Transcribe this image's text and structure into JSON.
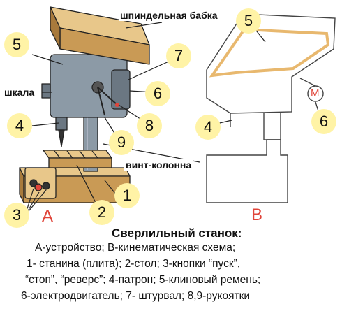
{
  "colors": {
    "wood": "#c99a55",
    "wood_light": "#e8c78a",
    "metal": "#8c9aa6",
    "badge": "#fff3a6",
    "accent": "#e0453a",
    "scheme": "#e8b86e"
  },
  "figure_a": {
    "letter": "А",
    "labels": {
      "spindle_head": "шпиндельная бабка",
      "scale": "шкала",
      "screw_column": "винт-колонна"
    },
    "numbers": [
      "5",
      "7",
      "6",
      "4",
      "8",
      "9",
      "1",
      "3",
      "2"
    ]
  },
  "figure_b": {
    "letter": "В",
    "motor_symbol": "М",
    "numbers": [
      "5",
      "4",
      "6"
    ]
  },
  "caption": {
    "title": "Сверлильный станок:",
    "lines": [
      "А-устройство; В-кинематическая схема;",
      "1- станина (плита); 2-стол; 3-кнопки “пуск”,",
      "“стоп”, “реверс”; 4-патрон; 5-клиновый ремень;",
      "6-электродвигатель; 7- штурвал;  8,9-рукоятки"
    ]
  }
}
